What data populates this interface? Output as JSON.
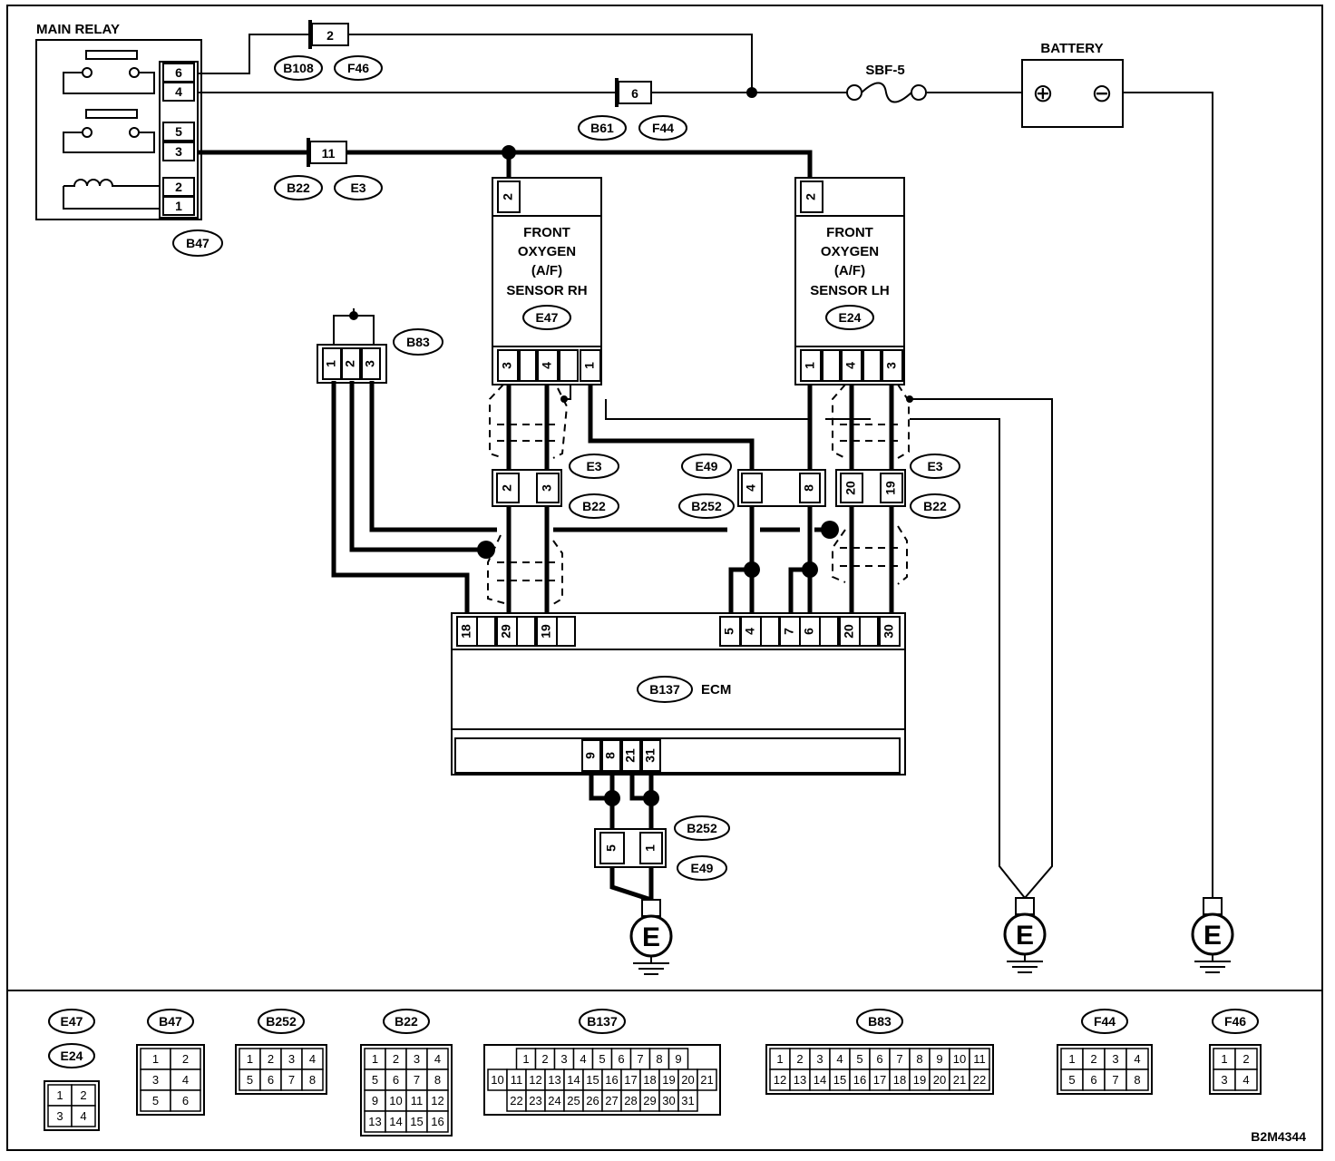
{
  "labels": {
    "main_relay": "MAIN RELAY",
    "battery": "BATTERY",
    "fuse": "SBF-5",
    "sensor_rh": [
      "FRONT",
      "OXYGEN",
      "(A/F)",
      "SENSOR RH"
    ],
    "sensor_lh": [
      "FRONT",
      "OXYGEN",
      "(A/F)",
      "SENSOR LH"
    ],
    "ecm": "ECM",
    "ground": "E",
    "plus": "⊕",
    "minus": "⊖",
    "figure_code": "B2M4344"
  },
  "relay_pins": [
    "6",
    "4",
    "5",
    "3",
    "2",
    "1"
  ],
  "connectors": {
    "b108": "B108",
    "f46": "F46",
    "b61": "B61",
    "f44": "F44",
    "b22": "B22",
    "e3": "E3",
    "b47": "B47",
    "b83": "B83",
    "e47": "E47",
    "e24": "E24",
    "e49": "E49",
    "b252": "B252",
    "b137": "B137"
  },
  "inline_pins": {
    "b108": "2",
    "b61": "6",
    "b22_top": "11",
    "rh_top": "2",
    "lh_top": "2",
    "rh_bottom": [
      "3",
      "4",
      "1"
    ],
    "lh_bottom": [
      "1",
      "4",
      "3"
    ],
    "b83": [
      "1",
      "2",
      "3"
    ],
    "b22_left": [
      "2",
      "3"
    ],
    "b252_mid": [
      "4",
      "8"
    ],
    "b22_right": [
      "20",
      "19"
    ],
    "ecm_top": [
      "18",
      "29",
      "19",
      "5",
      "4",
      "7",
      "6",
      "20",
      "30"
    ],
    "ecm_bottom": [
      "9",
      "8",
      "21",
      "31"
    ],
    "b252_bottom": [
      "5",
      "1"
    ]
  },
  "legend": [
    {
      "names": [
        "E47",
        "E24"
      ],
      "rows": [
        [
          "1",
          "2"
        ],
        [
          "3",
          "4"
        ]
      ]
    },
    {
      "names": [
        "B47"
      ],
      "rows": [
        [
          "1",
          "2"
        ],
        [
          "3",
          "4"
        ],
        [
          "5",
          "6"
        ]
      ]
    },
    {
      "names": [
        "B252"
      ],
      "rows": [
        [
          "1",
          "2",
          "3",
          "4"
        ],
        [
          "5",
          "6",
          "7",
          "8"
        ]
      ]
    },
    {
      "names": [
        "B22"
      ],
      "rows": [
        [
          "1",
          "2",
          "3",
          "4"
        ],
        [
          "5",
          "6",
          "7",
          "8"
        ],
        [
          "9",
          "10",
          "11",
          "12"
        ],
        [
          "13",
          "14",
          "15",
          "16"
        ]
      ]
    },
    {
      "names": [
        "B137"
      ],
      "rows": [
        [
          "1",
          "2",
          "3",
          "4",
          "5",
          "6",
          "7",
          "8",
          "9"
        ],
        [
          "10",
          "11",
          "12",
          "13",
          "14",
          "15",
          "16",
          "17",
          "18",
          "19",
          "20",
          "21"
        ],
        [
          "22",
          "23",
          "24",
          "25",
          "26",
          "27",
          "28",
          "29",
          "30",
          "31"
        ]
      ]
    },
    {
      "names": [
        "B83"
      ],
      "rows": [
        [
          "1",
          "2",
          "3",
          "4",
          "5",
          "6",
          "7",
          "8",
          "9",
          "10",
          "11"
        ],
        [
          "12",
          "13",
          "14",
          "15",
          "16",
          "17",
          "18",
          "19",
          "20",
          "21",
          "22"
        ]
      ]
    },
    {
      "names": [
        "F44"
      ],
      "rows": [
        [
          "1",
          "2",
          "3",
          "4"
        ],
        [
          "5",
          "6",
          "7",
          "8"
        ]
      ]
    },
    {
      "names": [
        "F46"
      ],
      "rows": [
        [
          "1",
          "2"
        ],
        [
          "3",
          "4"
        ]
      ]
    }
  ]
}
